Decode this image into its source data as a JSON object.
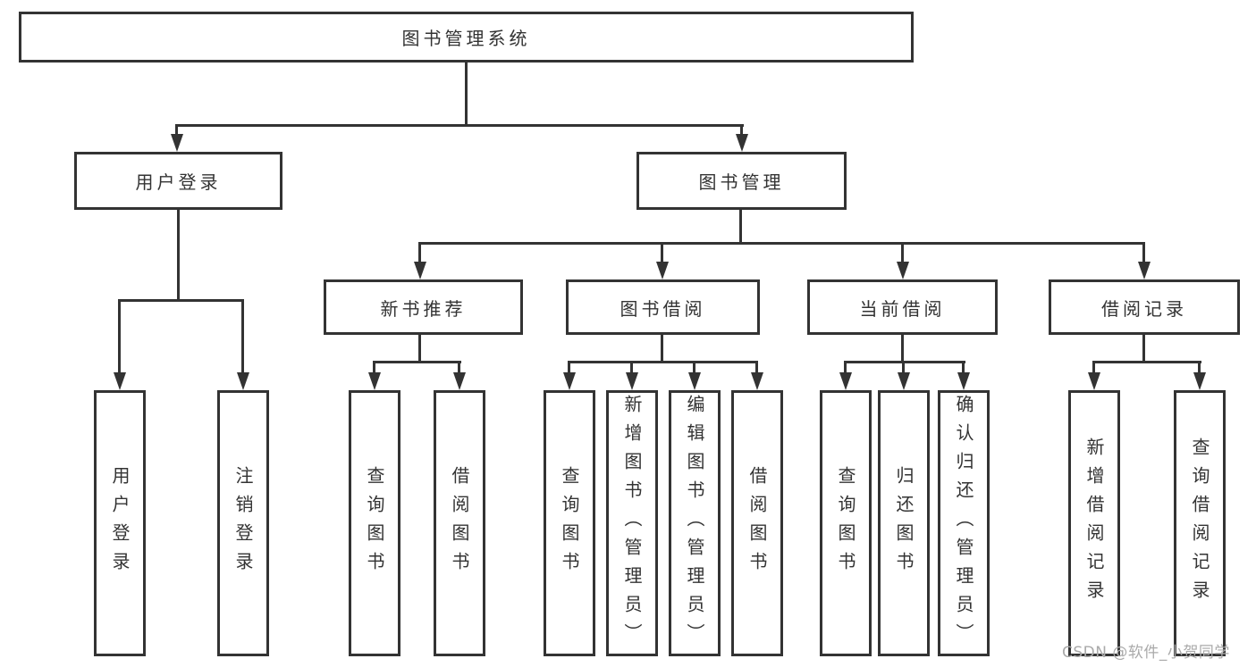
{
  "tree": {
    "root": "图书管理系统",
    "children": [
      {
        "label": "用户登录",
        "children": [
          "用户登录",
          "注销登录"
        ]
      },
      {
        "label": "图书管理",
        "children": [
          {
            "label": "新书推荐",
            "children": [
              "查询图书",
              "借阅图书"
            ]
          },
          {
            "label": "图书借阅",
            "children": [
              "查询图书",
              "新增图书（管理员）",
              "编辑图书（管理员）",
              "借阅图书"
            ]
          },
          {
            "label": "当前借阅",
            "children": [
              "查询图书",
              "归还图书",
              "确认归还（管理员）"
            ]
          },
          {
            "label": "借阅记录",
            "children": [
              "新增借阅记录",
              "查询借阅记录"
            ]
          }
        ]
      }
    ]
  },
  "watermark": {
    "text": "CSDN @软件_小贺同学"
  },
  "colors": {
    "line": "#333333",
    "text": "#333333",
    "watermark": "#aaaaaa",
    "background": "#ffffff"
  }
}
